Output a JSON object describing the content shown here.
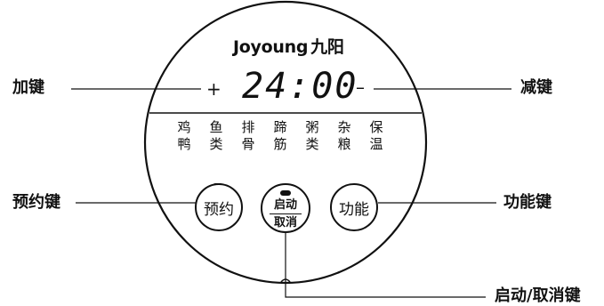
{
  "brand": {
    "latin": "Joyoung",
    "chinese": "九阳"
  },
  "display": {
    "time": "24:00"
  },
  "controls": {
    "plus_symbol": "+",
    "minus_symbol": "–",
    "preset_button": "预约",
    "function_button": "功能",
    "start_top": "启动",
    "start_bottom": "取消"
  },
  "modes": [
    {
      "top": "鸡",
      "bottom": "鸭"
    },
    {
      "top": "鱼",
      "bottom": "类"
    },
    {
      "top": "排",
      "bottom": "骨"
    },
    {
      "top": "蹄",
      "bottom": "筋"
    },
    {
      "top": "粥",
      "bottom": "类"
    },
    {
      "top": "杂",
      "bottom": "粮"
    },
    {
      "top": "保",
      "bottom": "温"
    }
  ],
  "callouts": {
    "plus_key": "加键",
    "minus_key": "减键",
    "preset_key": "预约键",
    "function_key": "功能键",
    "start_cancel_key": "启动/取消键"
  }
}
